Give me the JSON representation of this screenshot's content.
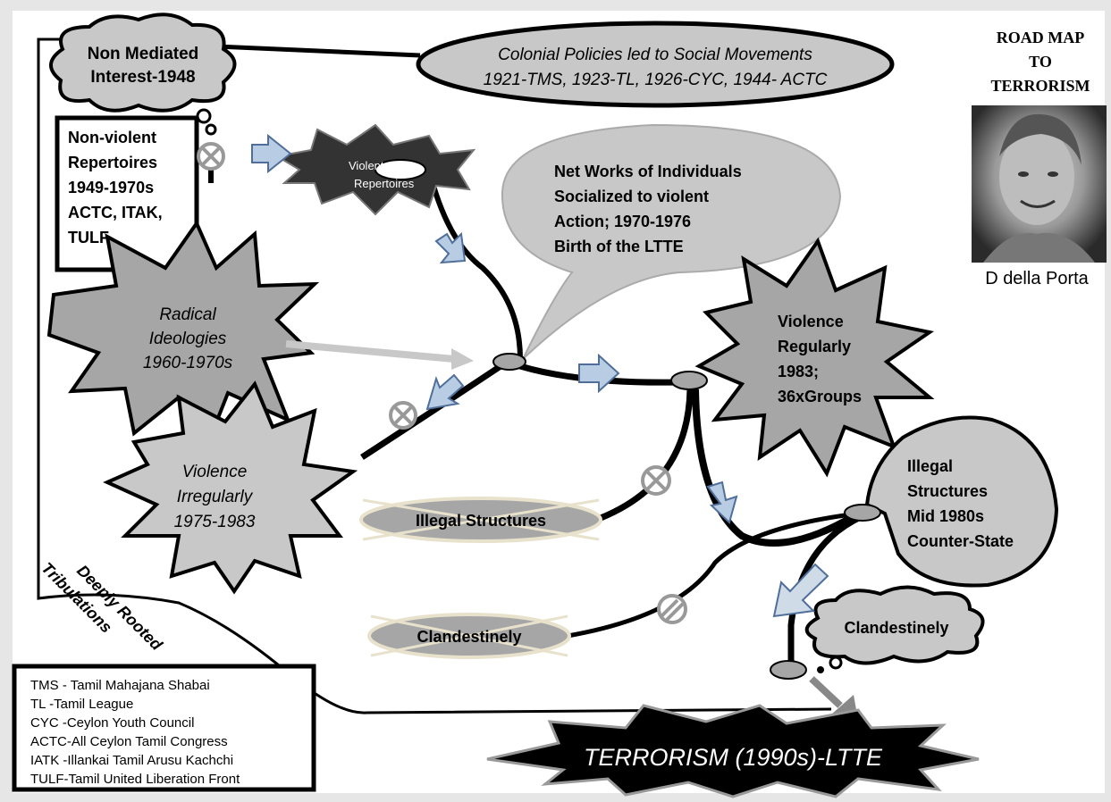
{
  "title": {
    "line1": "ROAD MAP",
    "line2": "TO",
    "line3": "TERRORISM"
  },
  "portrait_caption": "D della Porta",
  "colonial": {
    "line1": "Colonial Policies led to Social Movements",
    "line2": "1921-TMS, 1923-TL, 1926-CYC, 1944- ACTC"
  },
  "non_mediated": {
    "line1": "Non Mediated",
    "line2": "Interest-1948"
  },
  "non_violent": {
    "line1": "Non-violent",
    "line2": "Repertoires",
    "line3": "1949-1970s",
    "line4": "ACTC, ITAK,",
    "line5": "TULF"
  },
  "violent_rep": {
    "line1": "Violent",
    "line2": "Repertoires"
  },
  "networks": {
    "line1": "Net Works of Individuals",
    "line2": "Socialized to violent",
    "line3": "Action; 1970-1976",
    "line4": "Birth of the LTTE"
  },
  "radical": {
    "line1": "Radical",
    "line2": "Ideologies",
    "line3": "1960-1970s"
  },
  "violence_reg": {
    "line1": "Violence",
    "line2": "Regularly",
    "line3": "1983;",
    "line4": "36xGroups"
  },
  "violence_irreg": {
    "line1": "Violence",
    "line2": "Irregularly",
    "line3": "1975-1983"
  },
  "illegal_left": "Illegal Structures",
  "illegal_right": {
    "line1": "Illegal",
    "line2": "Structures",
    "line3": "Mid 1980s",
    "line4": "Counter-State"
  },
  "clandestinely_left": "Clandestinely",
  "clandestinely_cloud": "Clandestinely",
  "deeply": {
    "line1": "Deeply Rooted",
    "line2": "Tribulations"
  },
  "terrorism": "TERRORISM (1990s)-LTTE",
  "legend": [
    "TMS  - Tamil Mahajana Shabai",
    "TL     -Tamil League",
    "CYC  -Ceylon Youth Council",
    "ACTC-All Ceylon Tamil Congress",
    "IATK -Illankai Tamil Arusu Kachchi",
    "TULF-Tamil United Liberation Front"
  ]
}
